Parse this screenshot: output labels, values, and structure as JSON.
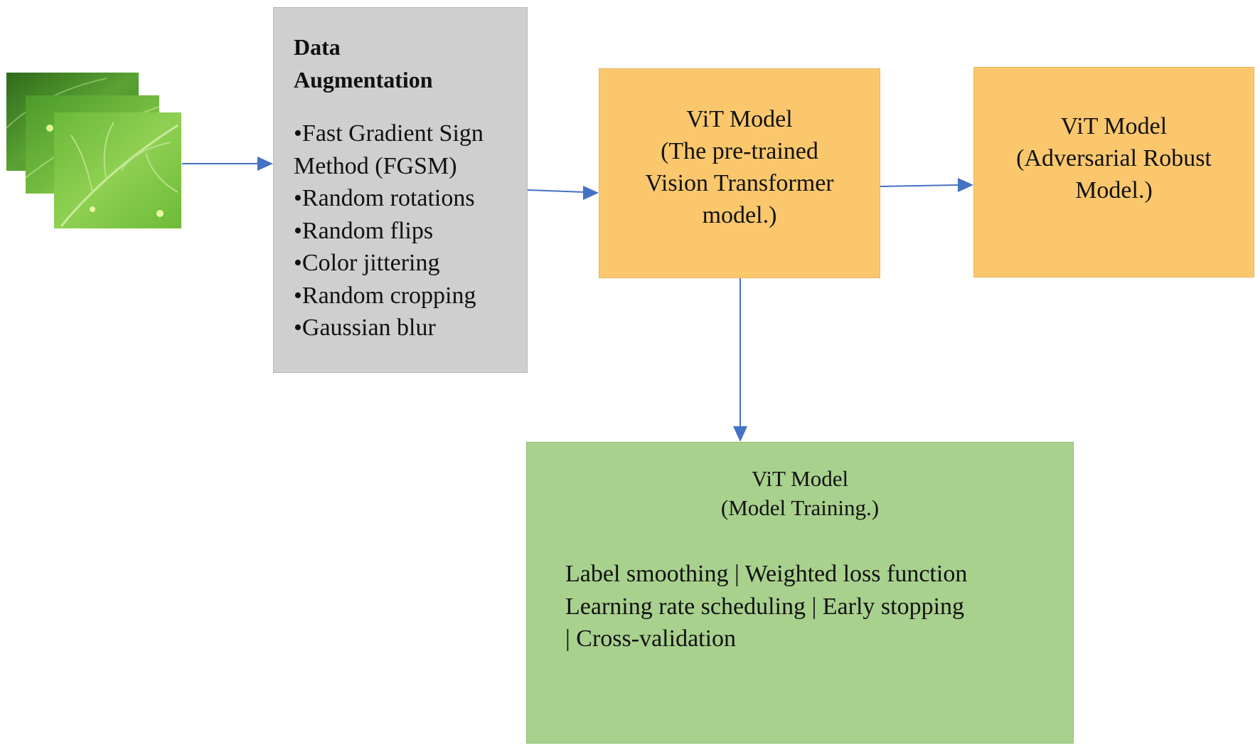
{
  "augmentation": {
    "title_lines": [
      "Data",
      "Augmentation"
    ],
    "items": [
      "•Fast Gradient Sign",
      "Method (FGSM)",
      "•Random rotations",
      "•Random flips",
      "•Color jittering",
      "•Random cropping",
      "•Gaussian blur"
    ]
  },
  "vit_pretrained": {
    "lines": [
      "ViT Model",
      "(The pre-trained",
      "Vision Transformer",
      "model.)"
    ]
  },
  "vit_robust": {
    "lines": [
      "ViT Model",
      "(Adversarial Robust",
      "Model.)"
    ]
  },
  "vit_training": {
    "heading_lines": [
      "ViT Model",
      "(Model Training.)"
    ],
    "body_lines": [
      "Label smoothing | Weighted loss function",
      "Learning rate scheduling | Early stopping",
      "| Cross-validation"
    ]
  },
  "colors": {
    "augmentation_box": "#cfcfcf",
    "vit_box": "#fbc76d",
    "training_box": "#a9d18e",
    "arrow": "#4472c4",
    "leaf_light": "#7cc242",
    "leaf_dark": "#3f7f1f"
  },
  "icons": {
    "input_images": "leaf-image-stack"
  }
}
